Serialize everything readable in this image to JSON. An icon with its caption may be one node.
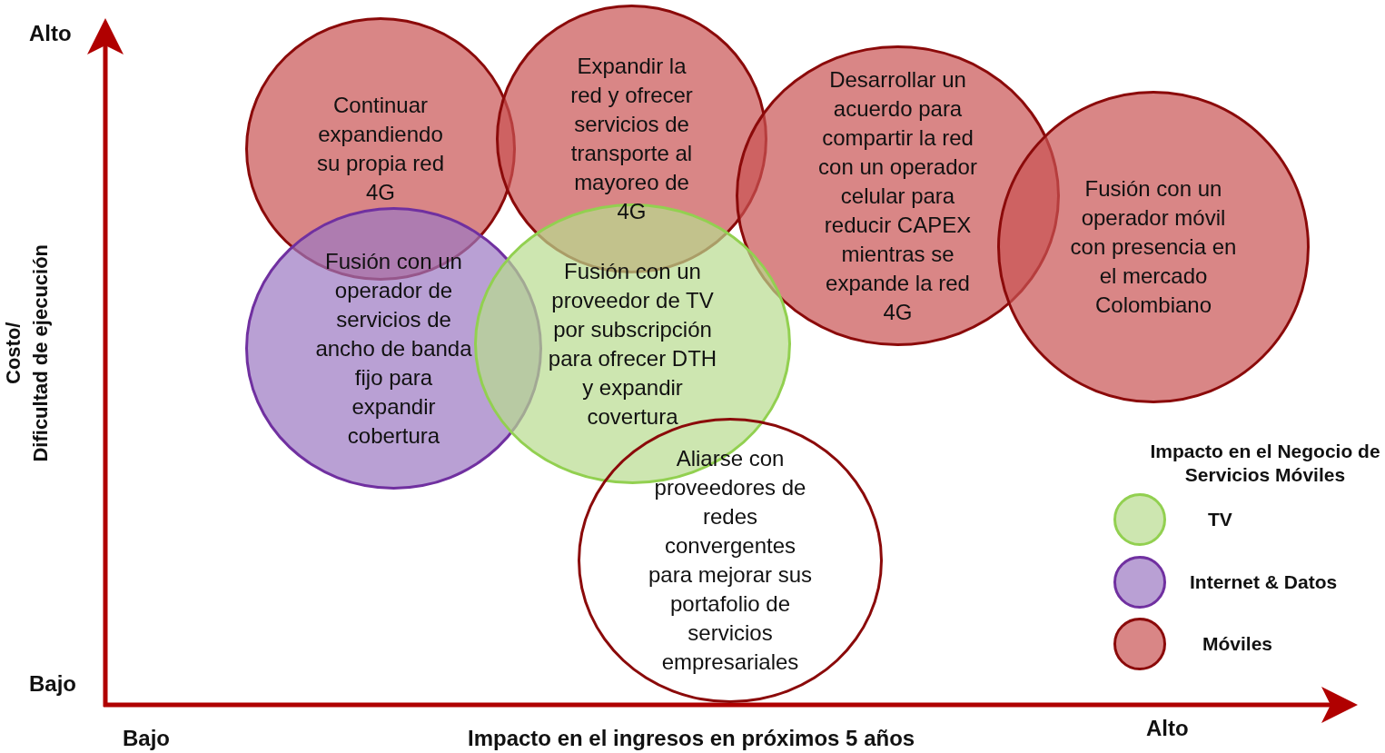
{
  "diagram": {
    "nodes": [
      {
        "text": [
          "Continuar expandiendo su propia red 4G"
        ]
      },
      {
        "text": [
          "Expandir la red y ofrecer servicios de transporte al mayoreo de 4G"
        ]
      },
      {
        "text": [
          "Desarrollar un acuerdo para compartir la red con un operador celular para reducir CAPEX mientras se expande la red 4G"
        ]
      },
      {
        "text": [
          "Fusión con un operador móvil con presencia en el mercado Colombiano"
        ]
      },
      {
        "text": [
          "Fusión con un operador de servicios de ancho de banda fijo para expandir cobertura"
        ]
      },
      {
        "text": [
          "Fusión con un proveedor de TV por subscripción para ofrecer DTH y expandir covertura"
        ]
      },
      {
        "text": [
          "Aliarse con proveedores de redes convergentes para mejorar sus portafolio de servicios empresariales"
        ]
      }
    ],
    "labels": [
      "Alto",
      "Bajo",
      "Costo/",
      "Dificultad de ejecución",
      "Bajo",
      "Impacto en el ingresos en próximos 5 años",
      "Alto",
      "Impacto en el Negocio de Servicios Móviles"
    ],
    "legend": [
      {
        "text": "TV",
        "color": "#cde6b0"
      },
      {
        "text": "Internet & Datos",
        "color": "#b9a0d4"
      },
      {
        "text": "Móviles",
        "color": "#d98686"
      }
    ]
  }
}
